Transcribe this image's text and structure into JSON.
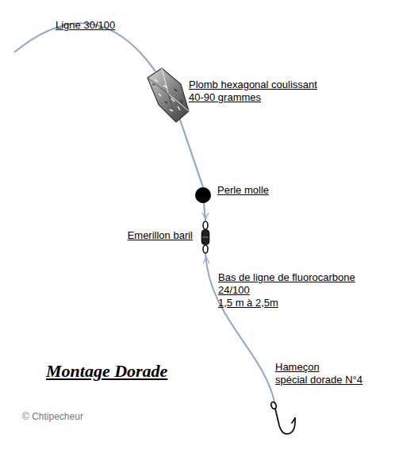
{
  "diagram": {
    "title": "Montage Dorade",
    "labels": [
      "Ligne 30/100",
      "Plomb hexagonal coulissant",
      "40-90 grammes",
      "Perle molle",
      "Emerillon baril",
      "Bas de ligne de fluorocarbone",
      "24/100",
      "1,5 m à 2,5m",
      "Hameçon",
      "spécial dorade N°4",
      "© Chtipecheur"
    ]
  }
}
